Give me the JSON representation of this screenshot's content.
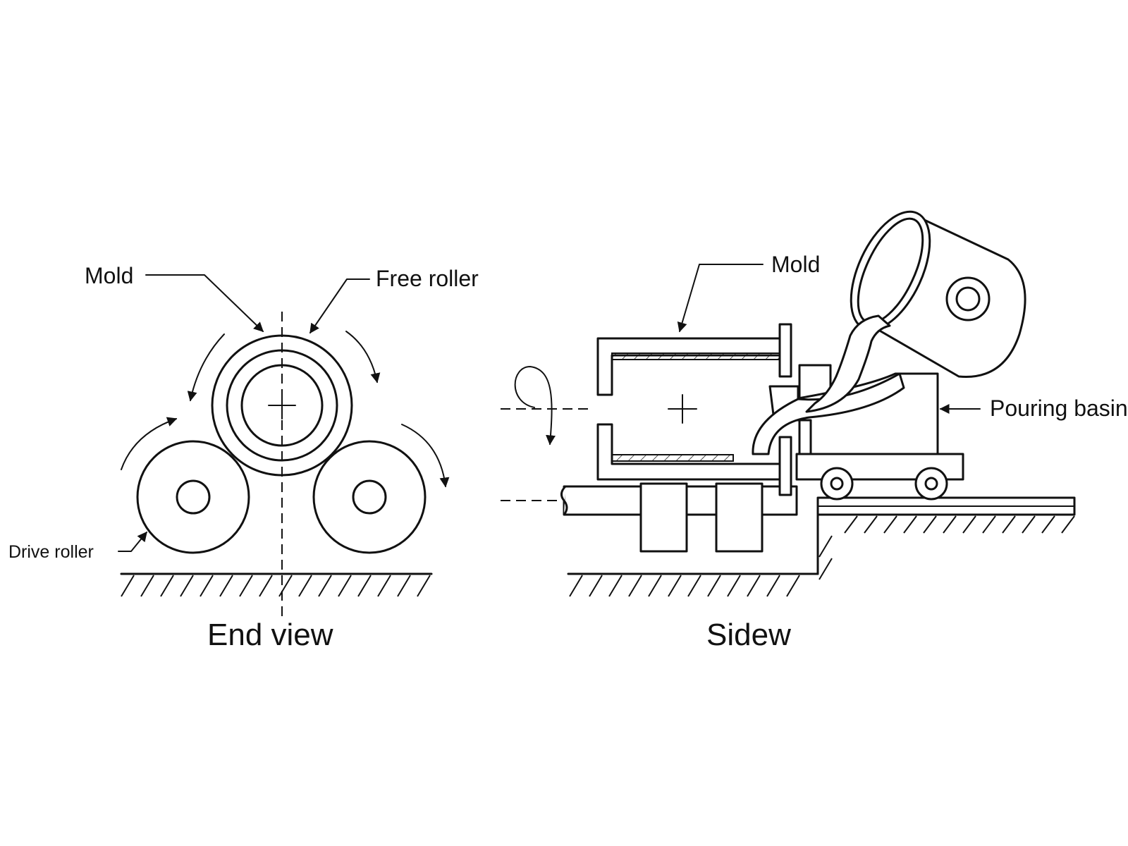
{
  "end_view": {
    "caption": "End view",
    "mold_label": "Mold",
    "free_roller_label": "Free roller",
    "drive_roller_label": "Drive roller"
  },
  "side_view": {
    "caption": "Sidew",
    "mold_label": "Mold",
    "pouring_basin_label": "Pouring basin"
  }
}
